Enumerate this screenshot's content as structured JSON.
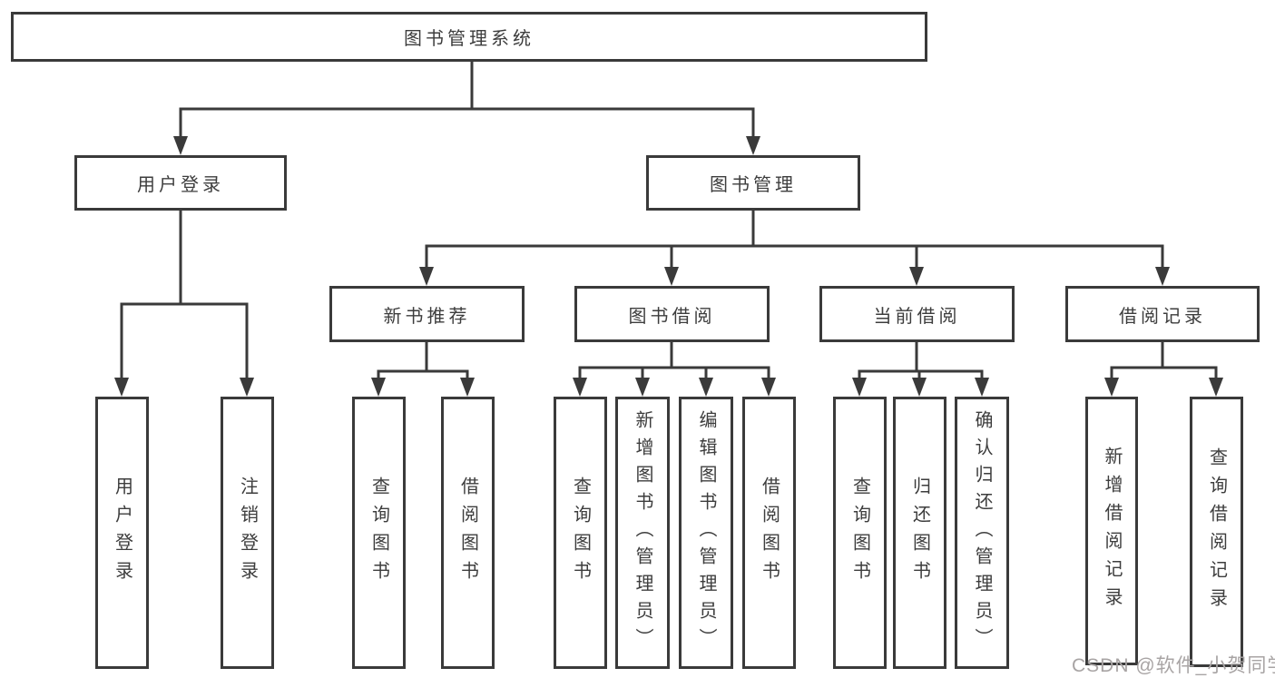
{
  "colors": {
    "line": "#3a3a3a",
    "box_border": "#3a3a3a",
    "box_background": "#ffffff",
    "text": "#3d3d3d",
    "watermark": "#a8a4a4"
  },
  "tree": {
    "root": {
      "label": "图书管理系统"
    },
    "level2": [
      {
        "label": "用户登录"
      },
      {
        "label": "图书管理"
      }
    ],
    "level3": [
      {
        "label": "新书推荐"
      },
      {
        "label": "图书借阅"
      },
      {
        "label": "当前借阅"
      },
      {
        "label": "借阅记录"
      }
    ],
    "leaves": {
      "user_login": [
        {
          "label": "用户登录"
        },
        {
          "label": "注销登录"
        }
      ],
      "new_books": [
        {
          "label": "查询图书"
        },
        {
          "label": "借阅图书"
        }
      ],
      "borrowing": [
        {
          "label": "查询图书"
        },
        {
          "label": "新增图书（管理员）"
        },
        {
          "label": "编辑图书（管理员）"
        },
        {
          "label": "借阅图书"
        }
      ],
      "current": [
        {
          "label": "查询图书"
        },
        {
          "label": "归还图书"
        },
        {
          "label": "确认归还（管理员）"
        }
      ],
      "records": [
        {
          "label": "新增借阅记录"
        },
        {
          "label": "查询借阅记录"
        }
      ]
    }
  },
  "watermark": {
    "text": "CSDN @软件_小贺同学"
  }
}
